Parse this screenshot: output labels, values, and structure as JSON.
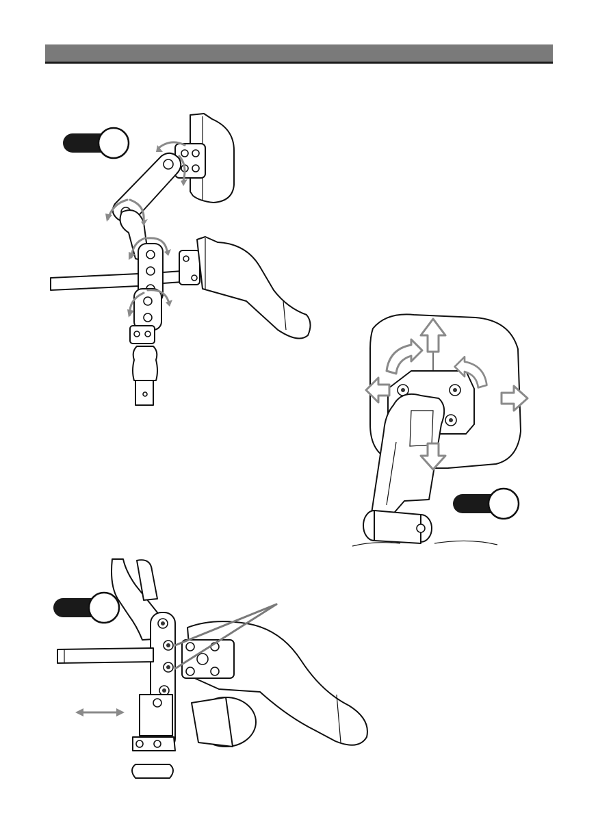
{
  "header": {
    "bar_color": "#7a7a7a",
    "underline_color": "#1a1a1a"
  },
  "badges": [
    {
      "label": "",
      "color": "#1a1a1a"
    },
    {
      "label": "",
      "color": "#1a1a1a"
    },
    {
      "label": "",
      "color": "#1a1a1a"
    }
  ],
  "figures": [
    {
      "icon": "adjustable-armrest-headrest-assembly-illustration"
    },
    {
      "icon": "headrest-adjustment-directions-illustration"
    },
    {
      "icon": "armrest-mount-detail-illustration"
    }
  ],
  "colors": {
    "line": "#111111",
    "arrow": "#8a8a8a"
  }
}
